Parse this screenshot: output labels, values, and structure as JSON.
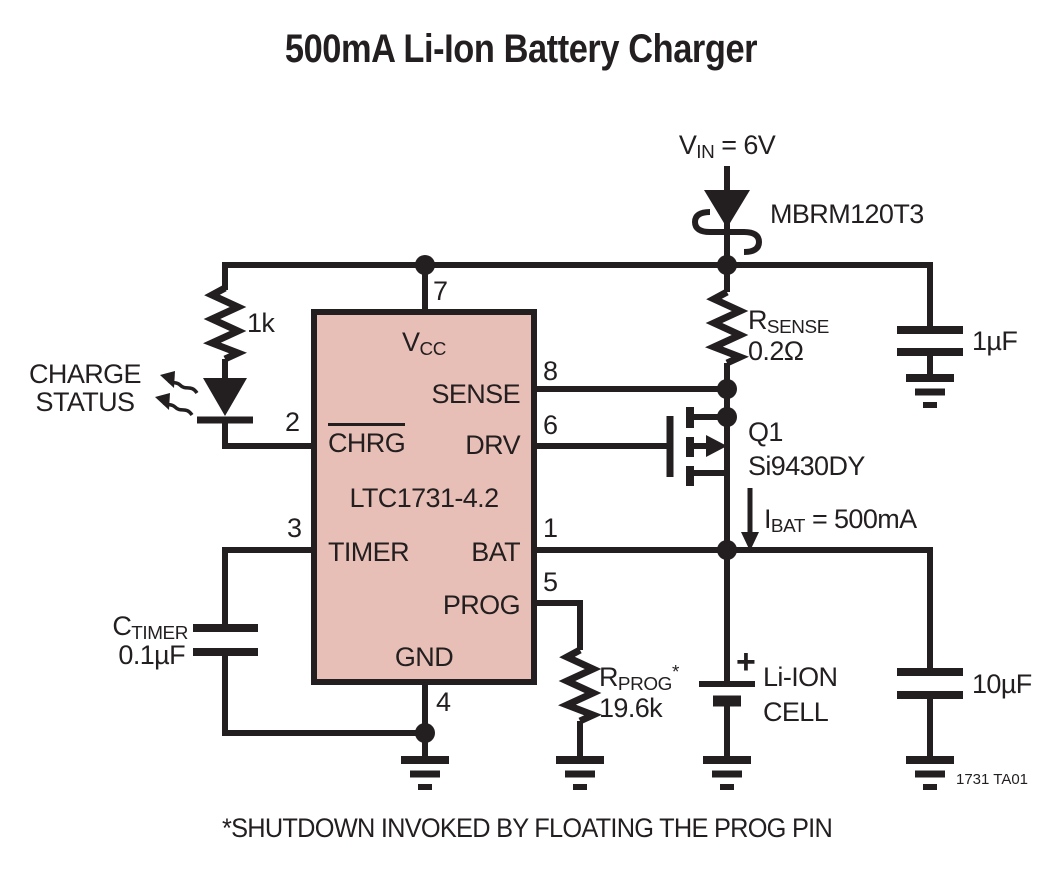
{
  "title": "500mA Li-Ion Battery Charger",
  "footnote": "*SHUTDOWN INVOKED BY FLOATING THE PROG PIN",
  "tag": "1731 TA01",
  "colors": {
    "ic_fill": "#e8bfb6",
    "line": "#231f20"
  },
  "ic": {
    "part": "LTC1731-4.2",
    "vcc": {
      "num": "7",
      "main": "V",
      "sub": "CC"
    },
    "sense": {
      "num": "8",
      "label": "SENSE"
    },
    "drv": {
      "num": "6",
      "label": "DRV"
    },
    "chrg": {
      "num": "2",
      "label": "CHRG"
    },
    "timer": {
      "num": "3",
      "label": "TIMER"
    },
    "bat": {
      "num": "1",
      "label": "BAT"
    },
    "prog": {
      "num": "5",
      "label": "PROG"
    },
    "gnd": {
      "num": "4",
      "label": "GND"
    }
  },
  "components": {
    "vin": {
      "main": "V",
      "sub": "IN",
      "rest": " = 6V"
    },
    "diode": {
      "part": "MBRM120T3"
    },
    "r1": {
      "value": "1k"
    },
    "led": {
      "line1": "CHARGE",
      "line2": "STATUS"
    },
    "rsense": {
      "main": "R",
      "sub": "SENSE",
      "value": "0.2Ω"
    },
    "cin": {
      "value": "1µF"
    },
    "q1": {
      "ref": "Q1",
      "part": "Si9430DY"
    },
    "ibat": {
      "main": "I",
      "sub": "BAT",
      "rest": " = 500mA"
    },
    "battery": {
      "plus": "+",
      "line1": "Li-ION",
      "line2": "CELL"
    },
    "cout": {
      "value": "10µF"
    },
    "ctimer": {
      "main": "C",
      "sub": "TIMER",
      "value": "0.1µF"
    },
    "rprog": {
      "main": "R",
      "sub": "PROG",
      "star": "*",
      "value": "19.6k"
    }
  }
}
